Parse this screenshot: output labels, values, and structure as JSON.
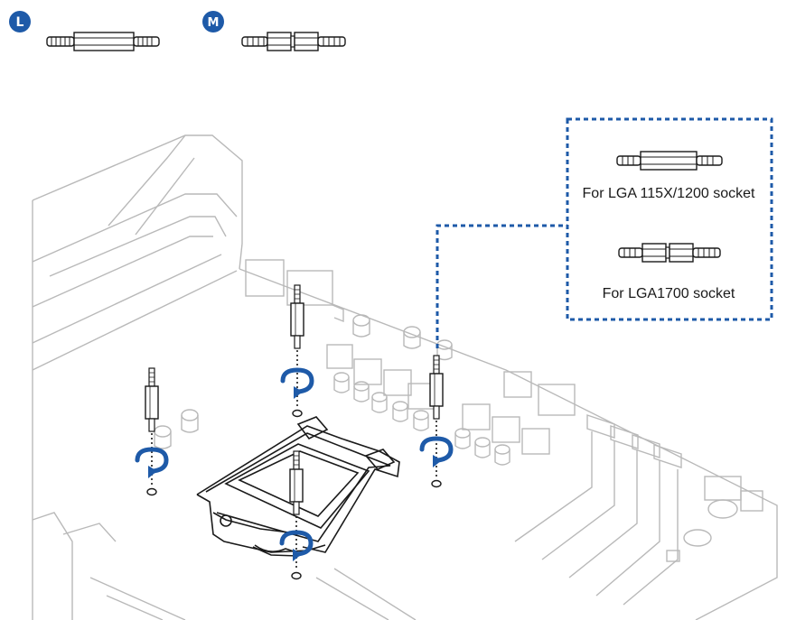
{
  "legend": {
    "items": [
      {
        "badge": "L",
        "kind": "long-standoff"
      },
      {
        "badge": "M",
        "kind": "middle-standoff"
      }
    ],
    "badge_color": "#1e5aa8"
  },
  "callout": {
    "options": [
      {
        "caption": "For LGA 115X/1200 socket",
        "kind": "long-standoff"
      },
      {
        "caption": "For LGA1700 socket",
        "kind": "middle-standoff"
      }
    ],
    "border_color": "#1e5aa8"
  },
  "colors": {
    "line": "#b9b9b9",
    "dark_line": "#1a1a1a",
    "arrow": "#1e5aa8"
  }
}
